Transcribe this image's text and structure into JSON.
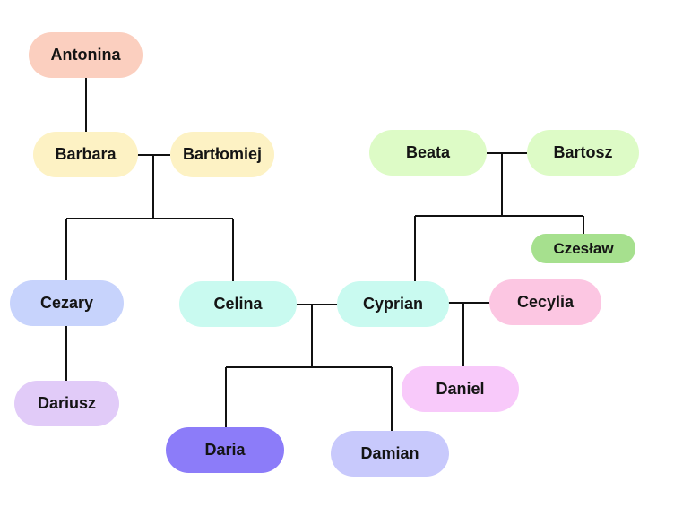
{
  "people": [
    {
      "id": "antonina",
      "name": "Antonina",
      "color": "#fbcfbf"
    },
    {
      "id": "barbara",
      "name": "Barbara",
      "color": "#fdf2c4"
    },
    {
      "id": "bartlomiej",
      "name": "Bartłomiej",
      "color": "#fdf2c4"
    },
    {
      "id": "beata",
      "name": "Beata",
      "color": "#ddfbc6"
    },
    {
      "id": "bartosz",
      "name": "Bartosz",
      "color": "#ddfbc6"
    },
    {
      "id": "czeslaw",
      "name": "Czesław",
      "color": "#a6e08e"
    },
    {
      "id": "cezary",
      "name": "Cezary",
      "color": "#c7d3fc"
    },
    {
      "id": "celina",
      "name": "Celina",
      "color": "#c9faf0"
    },
    {
      "id": "cyprian",
      "name": "Cyprian",
      "color": "#c9faf0"
    },
    {
      "id": "cecylia",
      "name": "Cecylia",
      "color": "#fcc6e2"
    },
    {
      "id": "dariusz",
      "name": "Dariusz",
      "color": "#e1cbf8"
    },
    {
      "id": "daniel",
      "name": "Daniel",
      "color": "#f8c9fa"
    },
    {
      "id": "daria",
      "name": "Daria",
      "color": "#8c7cf9"
    },
    {
      "id": "damian",
      "name": "Damian",
      "color": "#c8c9fc"
    }
  ],
  "relations": {
    "parent_child": [
      {
        "parent": "antonina",
        "child": "barbara"
      },
      {
        "parents": [
          "barbara",
          "bartlomiej"
        ],
        "children": [
          "cezary",
          "celina"
        ]
      },
      {
        "parents": [
          "beata",
          "bartosz"
        ],
        "children": [
          "cyprian",
          "czeslaw"
        ]
      },
      {
        "parent": "cezary",
        "child": "dariusz"
      },
      {
        "parents": [
          "celina",
          "cyprian"
        ],
        "children": [
          "daria",
          "damian"
        ]
      },
      {
        "parents": [
          "cyprian",
          "cecylia"
        ],
        "children": [
          "daniel"
        ]
      }
    ]
  }
}
